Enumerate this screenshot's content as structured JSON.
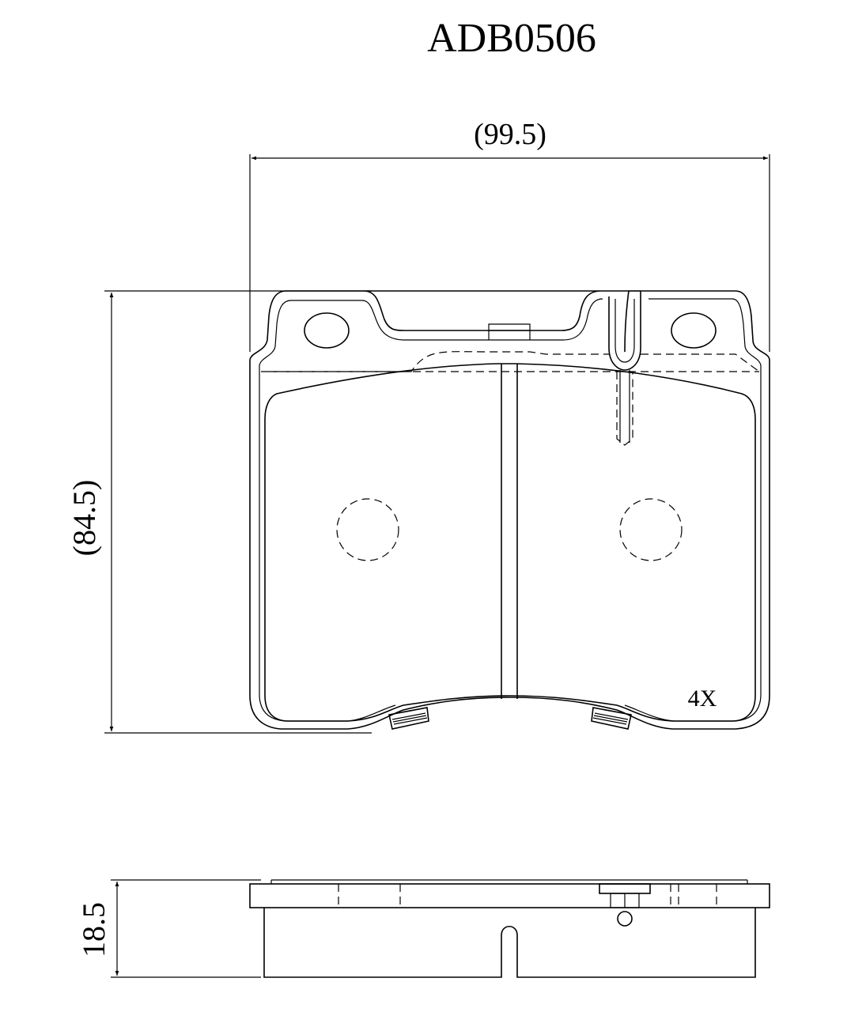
{
  "drawing": {
    "part_number": "ADB0506",
    "dim_width": "(99.5)",
    "dim_height": "(84.5)",
    "dim_thickness": "18.5",
    "quantity": "4X"
  }
}
